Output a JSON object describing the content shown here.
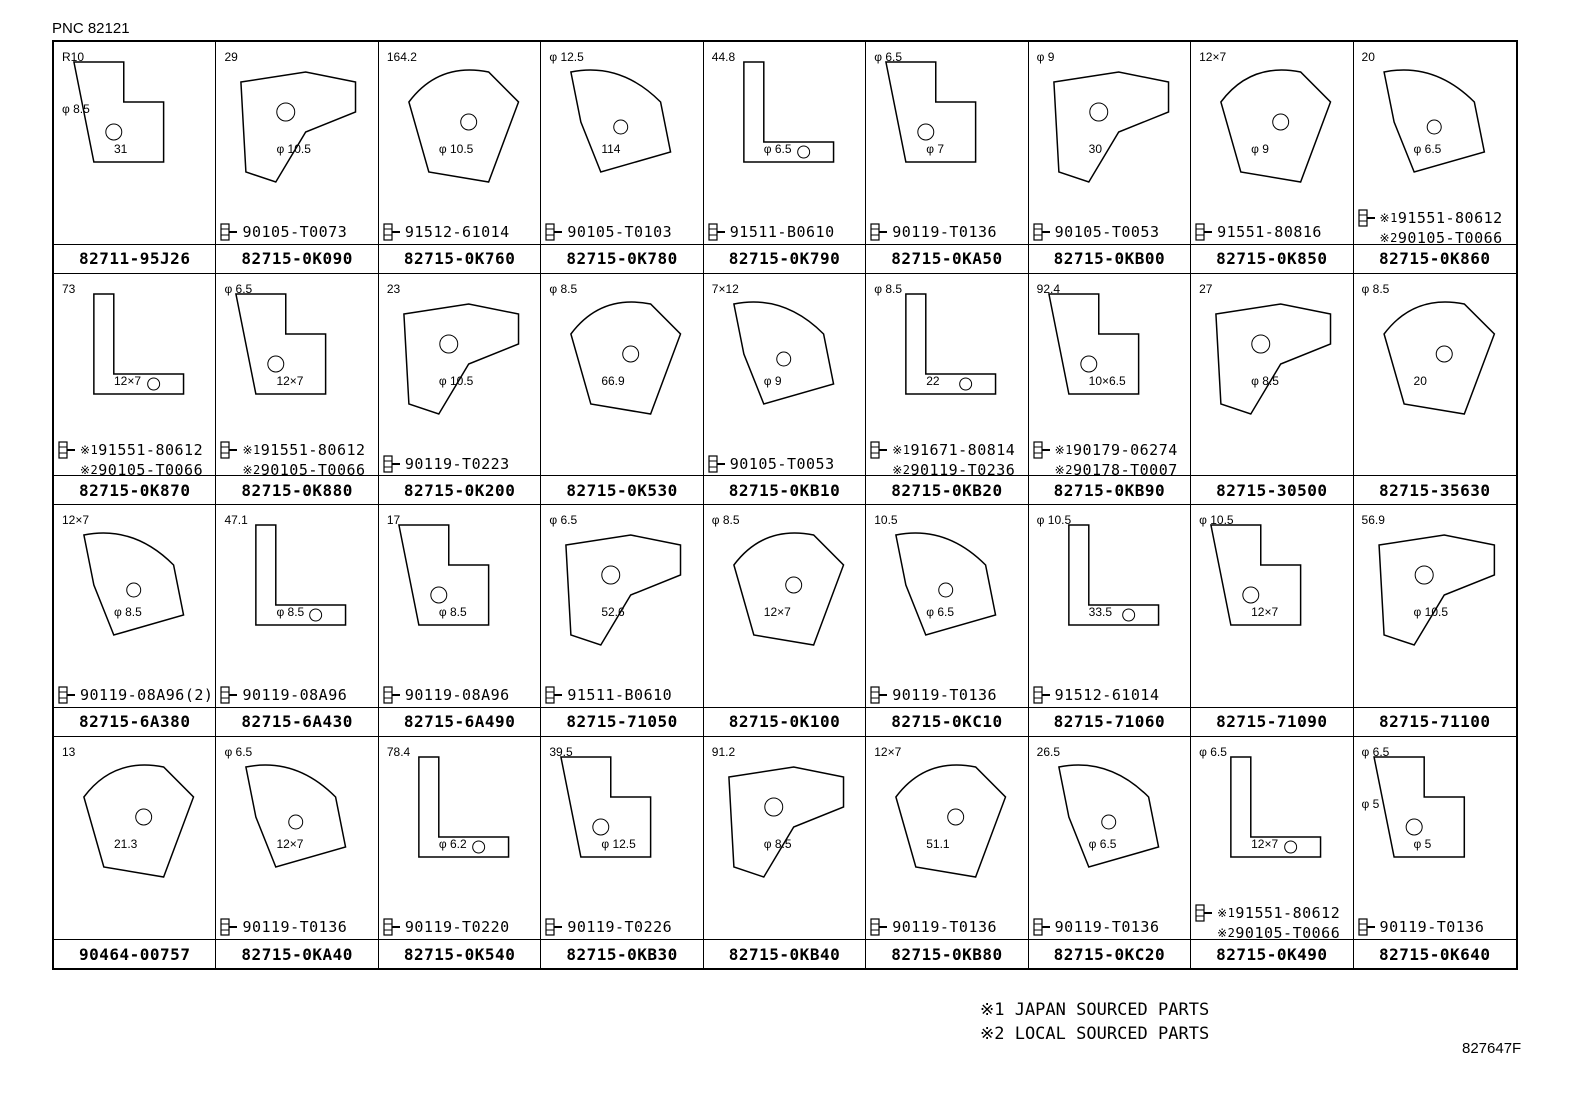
{
  "pnc": "PNC 82121",
  "cells": [
    {
      "part": "82711-95J26",
      "dims": [
        "R10",
        "31",
        "φ 8.5"
      ],
      "bolts": []
    },
    {
      "part": "82715-0K090",
      "dims": [
        "29",
        "φ 10.5"
      ],
      "bolts": [
        {
          "mark": "",
          "code": "90105-T0073"
        }
      ]
    },
    {
      "part": "82715-0K760",
      "dims": [
        "164.2",
        "φ 10.5"
      ],
      "bolts": [
        {
          "mark": "",
          "code": "91512-61014"
        }
      ]
    },
    {
      "part": "82715-0K780",
      "dims": [
        "φ 12.5",
        "114"
      ],
      "bolts": [
        {
          "mark": "",
          "code": "90105-T0103"
        }
      ]
    },
    {
      "part": "82715-0K790",
      "dims": [
        "44.8",
        "φ 6.5"
      ],
      "bolts": [
        {
          "mark": "",
          "code": "91511-B0610"
        }
      ]
    },
    {
      "part": "82715-0KA50",
      "dims": [
        "φ 6.5",
        "φ 7"
      ],
      "bolts": [
        {
          "mark": "",
          "code": "90119-T0136"
        }
      ]
    },
    {
      "part": "82715-0KB00",
      "dims": [
        "φ 9",
        "30"
      ],
      "bolts": [
        {
          "mark": "",
          "code": "90105-T0053"
        }
      ]
    },
    {
      "part": "82715-0K850",
      "dims": [
        "12×7",
        "φ 9"
      ],
      "bolts": [
        {
          "mark": "",
          "code": "91551-80816"
        }
      ]
    },
    {
      "part": "82715-0K860",
      "dims": [
        "20",
        "φ 6.5"
      ],
      "bolts": [
        {
          "mark": "※1",
          "code": "91551-80612"
        },
        {
          "mark": "※2",
          "code": "90105-T0066"
        }
      ]
    },
    {
      "part": "82715-0K870",
      "dims": [
        "73",
        "12×7"
      ],
      "bolts": [
        {
          "mark": "※1",
          "code": "91551-80612"
        },
        {
          "mark": "※2",
          "code": "90105-T0066"
        }
      ]
    },
    {
      "part": "82715-0K880",
      "dims": [
        "φ 6.5",
        "12×7"
      ],
      "bolts": [
        {
          "mark": "※1",
          "code": "91551-80612"
        },
        {
          "mark": "※2",
          "code": "90105-T0066"
        }
      ]
    },
    {
      "part": "82715-0K200",
      "dims": [
        "23",
        "φ 10.5"
      ],
      "bolts": [
        {
          "mark": "",
          "code": "90119-T0223"
        }
      ]
    },
    {
      "part": "82715-0K530",
      "dims": [
        "φ 8.5",
        "66.9"
      ],
      "bolts": []
    },
    {
      "part": "82715-0KB10",
      "dims": [
        "7×12",
        "φ 9"
      ],
      "bolts": [
        {
          "mark": "",
          "code": "90105-T0053"
        }
      ]
    },
    {
      "part": "82715-0KB20",
      "dims": [
        "φ 8.5",
        "22"
      ],
      "bolts": [
        {
          "mark": "※1",
          "code": "91671-80814"
        },
        {
          "mark": "※2",
          "code": "90119-T0236"
        }
      ]
    },
    {
      "part": "82715-0KB90",
      "dims": [
        "92.4",
        "10×6.5"
      ],
      "bolts": [
        {
          "mark": "※1",
          "code": "90179-06274"
        },
        {
          "mark": "※2",
          "code": "90178-T0007"
        }
      ]
    },
    {
      "part": "82715-30500",
      "dims": [
        "27",
        "φ 8.5"
      ],
      "bolts": []
    },
    {
      "part": "82715-35630",
      "dims": [
        "φ 8.5",
        "20"
      ],
      "bolts": []
    },
    {
      "part": "82715-6A380",
      "dims": [
        "12×7",
        "φ 8.5"
      ],
      "bolts": [
        {
          "mark": "",
          "code": "90119-08A96(2)"
        }
      ]
    },
    {
      "part": "82715-6A430",
      "dims": [
        "47.1",
        "φ 8.5"
      ],
      "bolts": [
        {
          "mark": "",
          "code": "90119-08A96"
        }
      ]
    },
    {
      "part": "82715-6A490",
      "dims": [
        "17",
        "φ 8.5"
      ],
      "bolts": [
        {
          "mark": "",
          "code": "90119-08A96"
        }
      ]
    },
    {
      "part": "82715-71050",
      "dims": [
        "φ 6.5",
        "52.6"
      ],
      "bolts": [
        {
          "mark": "",
          "code": "91511-B0610"
        }
      ]
    },
    {
      "part": "82715-0K100",
      "dims": [
        "φ 8.5",
        "12×7"
      ],
      "bolts": []
    },
    {
      "part": "82715-0KC10",
      "dims": [
        "10.5",
        "φ 6.5"
      ],
      "bolts": [
        {
          "mark": "",
          "code": "90119-T0136"
        }
      ]
    },
    {
      "part": "82715-71060",
      "dims": [
        "φ 10.5",
        "33.5"
      ],
      "bolts": [
        {
          "mark": "",
          "code": "91512-61014"
        }
      ]
    },
    {
      "part": "82715-71090",
      "dims": [
        "φ 10.5",
        "12×7"
      ],
      "bolts": []
    },
    {
      "part": "82715-71100",
      "dims": [
        "56.9",
        "φ 10.5"
      ],
      "bolts": []
    },
    {
      "part": "90464-00757",
      "dims": [
        "13",
        "21.3"
      ],
      "bolts": []
    },
    {
      "part": "82715-0KA40",
      "dims": [
        "φ 6.5",
        "12×7"
      ],
      "bolts": [
        {
          "mark": "",
          "code": "90119-T0136"
        }
      ]
    },
    {
      "part": "82715-0K540",
      "dims": [
        "78.4",
        "φ 6.2"
      ],
      "bolts": [
        {
          "mark": "",
          "code": "90119-T0220"
        }
      ]
    },
    {
      "part": "82715-0KB30",
      "dims": [
        "39.5",
        "φ 12.5"
      ],
      "bolts": [
        {
          "mark": "",
          "code": "90119-T0226"
        }
      ]
    },
    {
      "part": "82715-0KB40",
      "dims": [
        "91.2",
        "φ 8.5"
      ],
      "bolts": []
    },
    {
      "part": "82715-0KB80",
      "dims": [
        "12×7",
        "51.1"
      ],
      "bolts": [
        {
          "mark": "",
          "code": "90119-T0136"
        }
      ]
    },
    {
      "part": "82715-0KC20",
      "dims": [
        "26.5",
        "φ 6.5"
      ],
      "bolts": [
        {
          "mark": "",
          "code": "90119-T0136"
        }
      ]
    },
    {
      "part": "82715-0K490",
      "dims": [
        "φ 6.5",
        "12×7"
      ],
      "bolts": [
        {
          "mark": "※1",
          "code": "91551-80612"
        },
        {
          "mark": "※2",
          "code": "90105-T0066"
        }
      ]
    },
    {
      "part": "82715-0K640",
      "dims": [
        "φ 6.5",
        "φ 5",
        "φ 5"
      ],
      "bolts": [
        {
          "mark": "",
          "code": "90119-T0136"
        }
      ]
    }
  ],
  "notes": [
    "※1 JAPAN SOURCED PARTS",
    "※2 LOCAL SOURCED PARTS"
  ],
  "ref": "827647F"
}
